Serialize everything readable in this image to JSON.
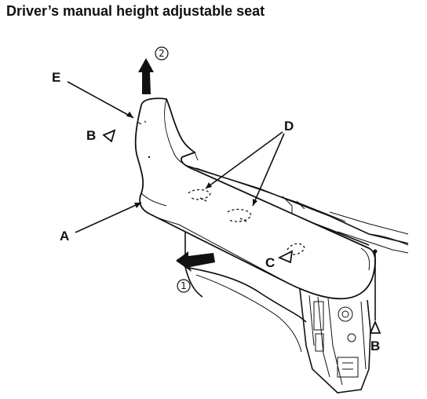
{
  "title": "Driver’s manual height adjustable seat",
  "labels": {
    "a": "A",
    "b_left": "B",
    "b_right": "B",
    "c": "C",
    "d": "D",
    "e": "E"
  },
  "step_markers": {
    "one": "1",
    "two": "2"
  },
  "icons": {
    "up_arrow": "solid-up-arrow",
    "pull_arrow": "solid-left-arrow",
    "triangle": "outline-triangle"
  }
}
